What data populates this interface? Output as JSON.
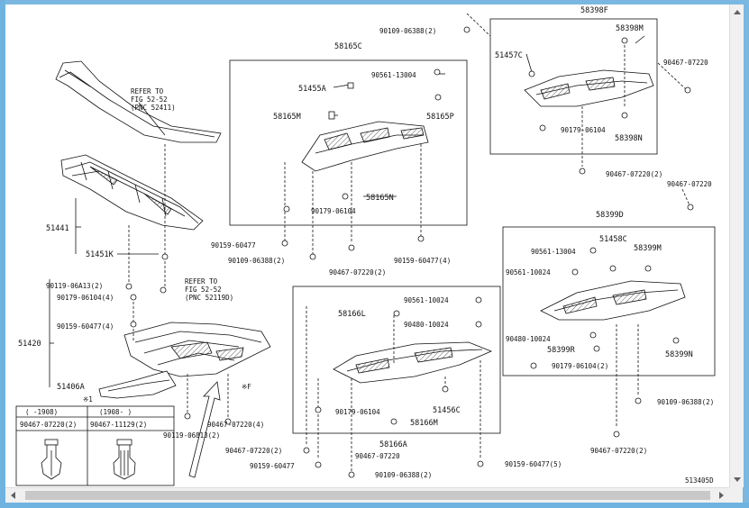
{
  "diagram": {
    "drawing_number": "513405D",
    "refer_front": [
      "REFER TO",
      "FIG 52-52",
      "(PNC 52411)"
    ],
    "refer_rear": [
      "REFER TO",
      "FIG 52-52",
      "(PNC 52119D)"
    ],
    "labels": {
      "p58398F": "58398F",
      "p58398M": "58398M",
      "p51457C": "51457C",
      "p58398N": "58398N",
      "p90467_07220_a": "90467-07220",
      "p90179_06104_a": "90179-06104",
      "p90467_07220_2a": "90467-07220(2)",
      "p90467_07220_b": "90467-07220",
      "p90109_06388_2a": "90109-06388(2)",
      "p58165C": "58165C",
      "p90561_13004_a": "90561-13004",
      "p51455A": "51455A",
      "p58165M": "58165M",
      "p58165P": "58165P",
      "p58165N": "58165N",
      "p90179_06104_b": "90179-06104",
      "p90159_60477_a": "90159-60477",
      "p90109_06388_2b": "90109-06388(2)",
      "p90467_07220_2b": "90467-07220(2)",
      "p90159_60477_4a": "90159-60477(4)",
      "p51441": "51441",
      "p51451K": "51451K",
      "p90119_06A13_2": "90119-06A13(2)",
      "p90179_06104_4": "90179-06104(4)",
      "p90159_60477_4b": "90159-60477(4)",
      "p51420": "51420",
      "p51406A": "51406A",
      "p90119_06813_2": "90119-06813(2)",
      "p90467_07220_4": "90467-07220(4)",
      "p90467_07220_2c": "90467-07220(2)",
      "p90159_60477_b": "90159-60477",
      "p58399D": "58399D",
      "p90561_13004_b": "90561-13004",
      "p51458C": "51458C",
      "p58399M": "58399M",
      "p90561_10024_a": "90561-10024",
      "p90480_10024_a": "90480-10024",
      "p58399R": "58399R",
      "p58399N": "58399N",
      "p90179_06104_2": "90179-06104(2)",
      "p90109_06388_2c": "90109-06388(2)",
      "p90467_07220_2d": "90467-07220(2)",
      "p58166L": "58166L",
      "p90561_10024_b": "90561-10024",
      "p90480_10024_b": "90480-10024",
      "p51456C": "51456C",
      "p90179_06104_c": "90179-06104",
      "p58166M": "58166M",
      "p58166A": "58166A",
      "p90467_07220_e": "90467-07220",
      "p90109_06388_2d": "90109-06388(2)",
      "p90159_60477_5": "90159-60477(5)",
      "star1": "※1",
      "starF": "※F"
    },
    "legend": {
      "col1_header": "(      -1908)",
      "col2_header": "(1908-      )",
      "col1_part": "90467-07220(2)",
      "col2_part": "90467-11129(2)"
    }
  }
}
